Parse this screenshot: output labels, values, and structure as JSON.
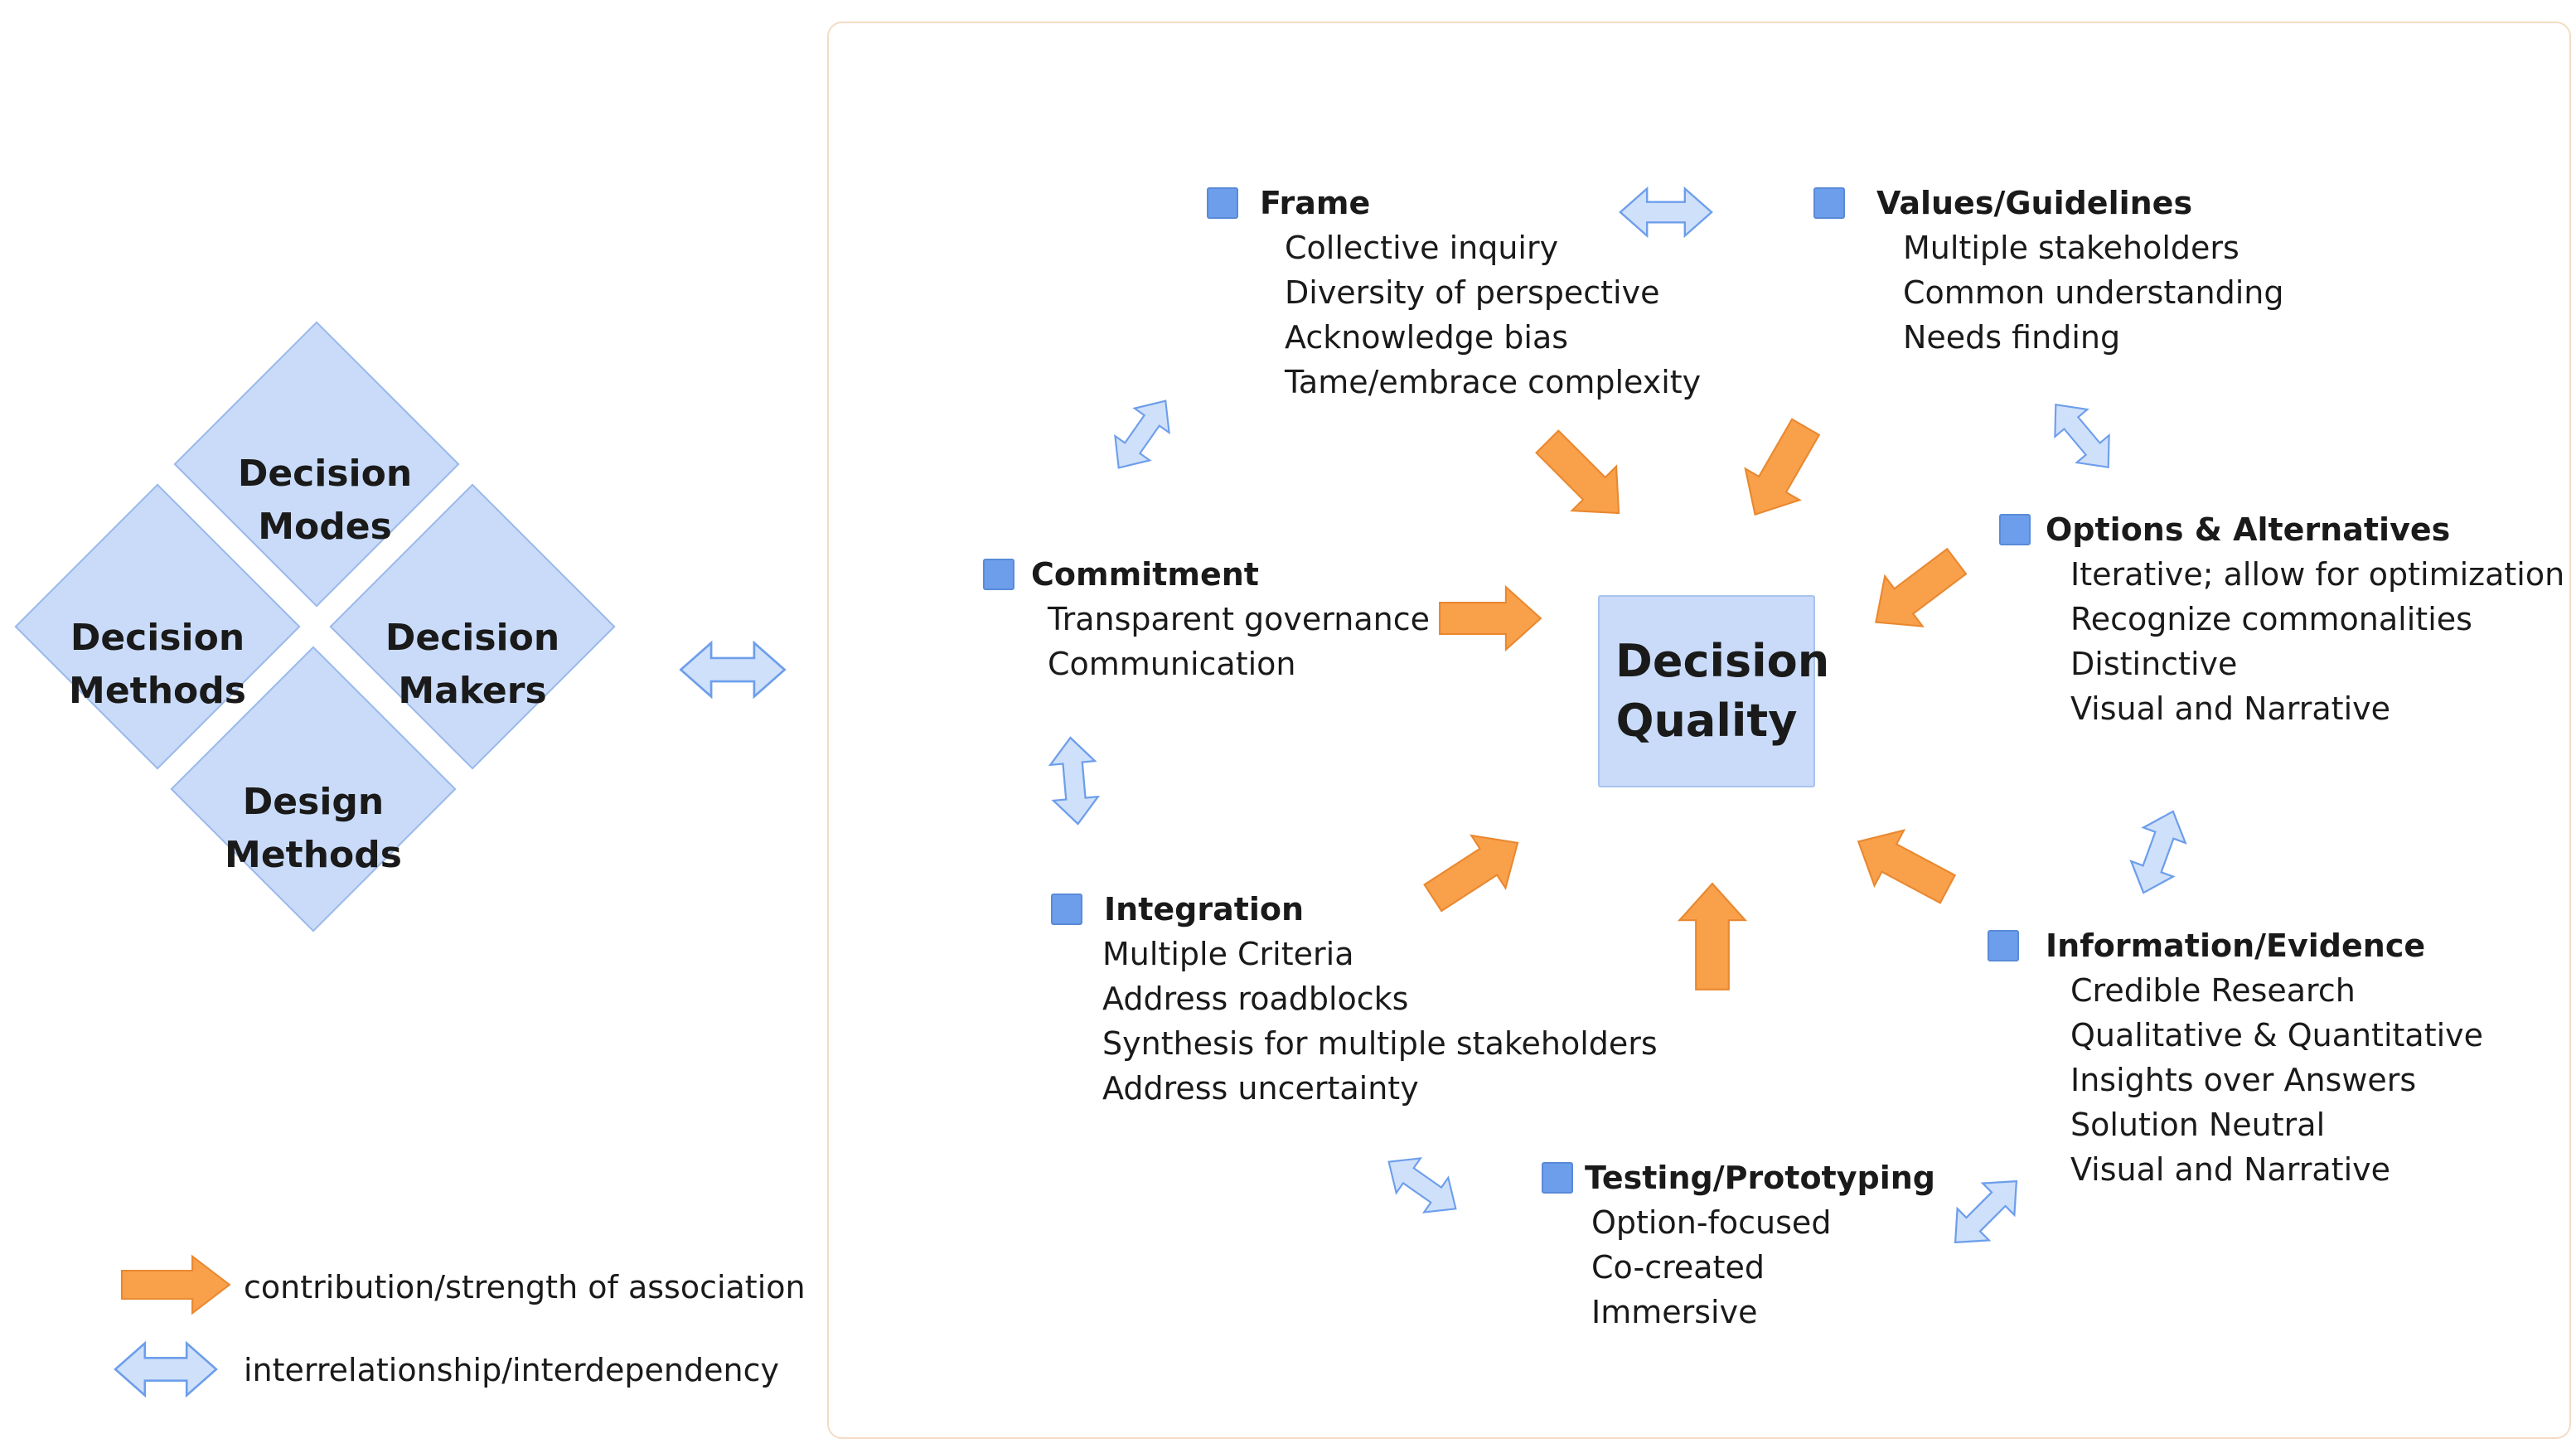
{
  "colors": {
    "contribution_arrow": "#f9a04b",
    "interrelationship_arrow": "#cfe0fa",
    "interrelationship_stroke": "#6d9eeb",
    "diamond_fill": "#c9dbf8",
    "bullet": "#6d9eeb"
  },
  "left_diamond": {
    "top": "Decision Modes",
    "left": "Decision Methods",
    "right": "Decision Makers",
    "bottom": "Design Methods"
  },
  "center": {
    "label": "Decision Quality"
  },
  "groups": {
    "frame": {
      "title": "Frame",
      "items": [
        "Collective inquiry",
        "Diversity of perspective",
        "Acknowledge bias",
        "Tame/embrace complexity"
      ]
    },
    "values": {
      "title": "Values/Guidelines",
      "items": [
        "Multiple stakeholders",
        "Common understanding",
        "Needs finding"
      ]
    },
    "commitment": {
      "title": "Commitment",
      "items": [
        "Transparent governance",
        "Communication"
      ]
    },
    "options": {
      "title": "Options & Alternatives",
      "items": [
        "Iterative; allow for optimization",
        "Recognize commonalities",
        "Distinctive",
        "Visual and Narrative"
      ]
    },
    "integration": {
      "title": "Integration",
      "items": [
        "Multiple Criteria",
        "Address roadblocks",
        "Synthesis for multiple stakeholders",
        "Address uncertainty"
      ]
    },
    "information": {
      "title": "Information/Evidence",
      "items": [
        "Credible Research",
        "Qualitative & Quantitative",
        "Insights over Answers",
        "Solution Neutral",
        "Visual and Narrative"
      ]
    },
    "testing": {
      "title": "Testing/Prototyping",
      "items": [
        "Option-focused",
        "Co-created",
        "Immersive"
      ]
    }
  },
  "legend": {
    "contribution": "contribution/strength of association",
    "interrelationship": "interrelationship/interdependency"
  }
}
